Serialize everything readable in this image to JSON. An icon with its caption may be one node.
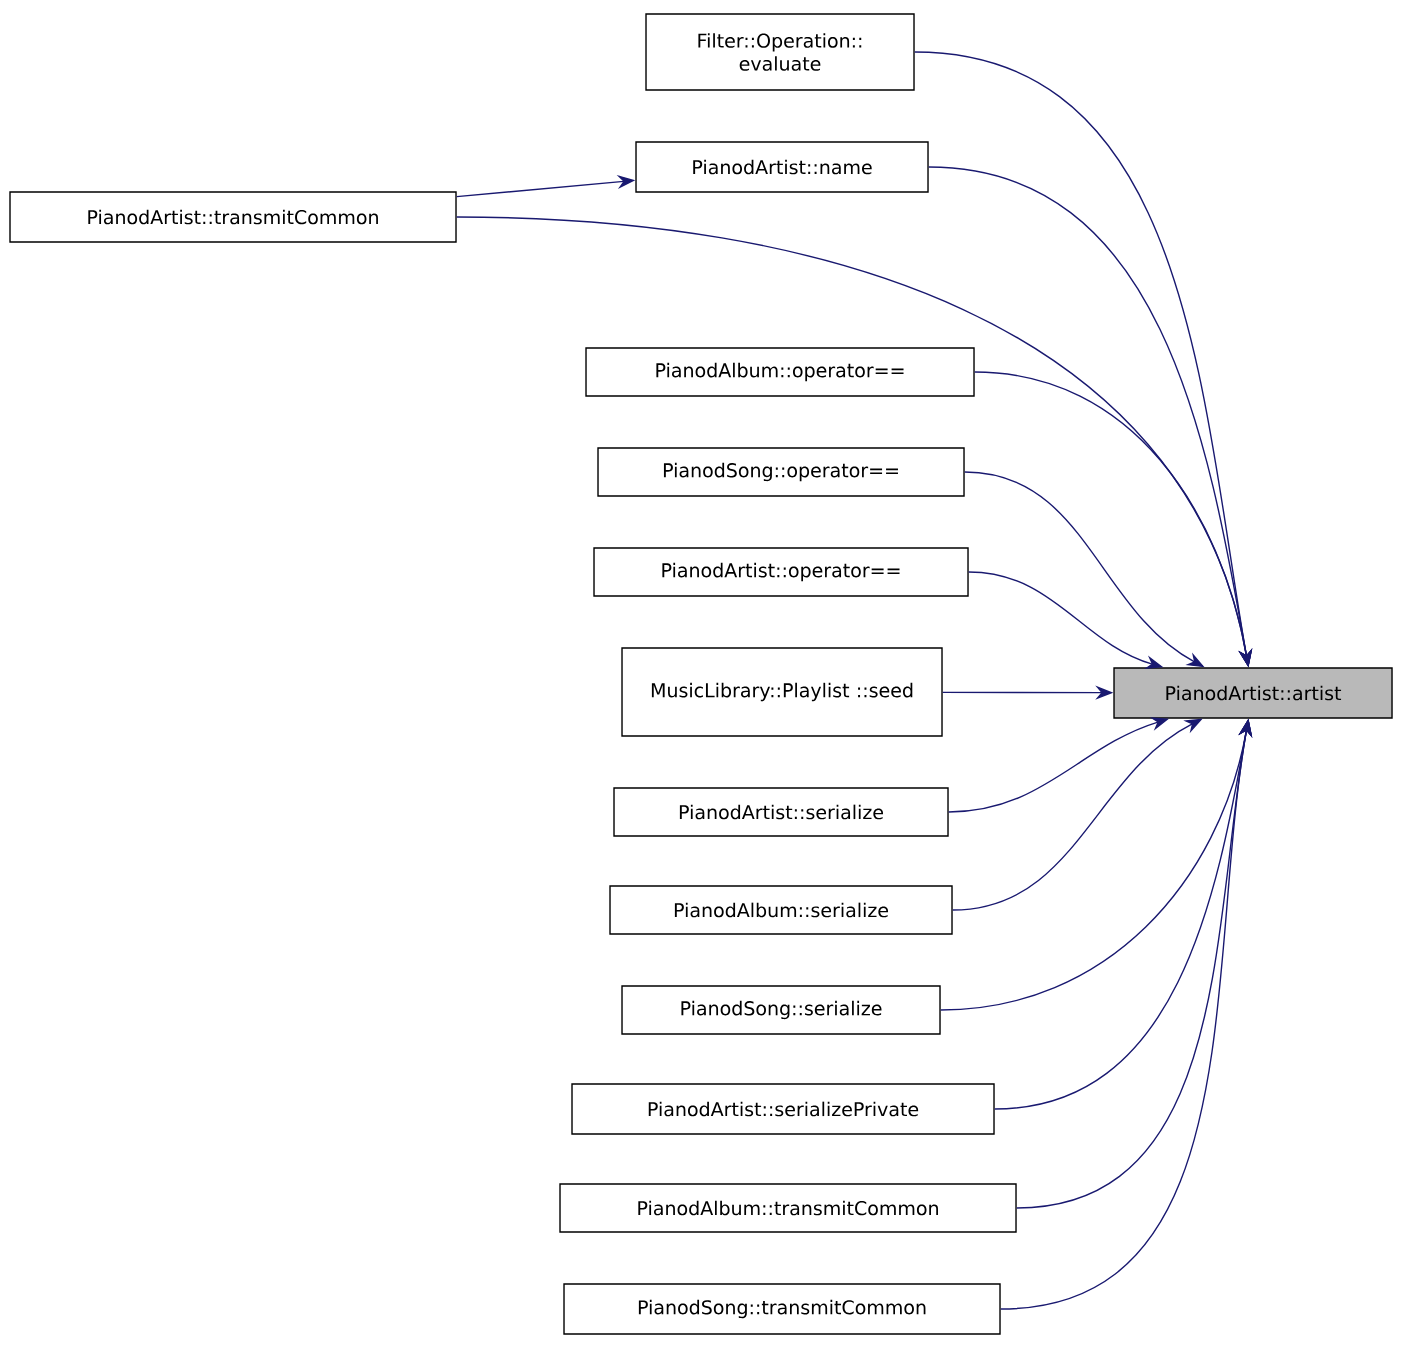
{
  "diagram": {
    "nodes": [
      {
        "text": [
          "Filter::Operation:: evaluate"
        ]
      },
      {
        "text": [
          "PianodArtist::name"
        ]
      },
      {
        "text": [
          "PianodArtist::transmitCommon"
        ]
      },
      {
        "text": [
          "PianodAlbum::operator=="
        ]
      },
      {
        "text": [
          "PianodSong::operator=="
        ]
      },
      {
        "text": [
          "PianodArtist::operator=="
        ]
      },
      {
        "text": [
          "MusicLibrary::Playlist ::seed"
        ]
      },
      {
        "text": [
          "PianodArtist::serialize"
        ]
      },
      {
        "text": [
          "PianodAlbum::serialize"
        ]
      },
      {
        "text": [
          "PianodSong::serialize"
        ]
      },
      {
        "text": [
          "PianodArtist::serializePrivate"
        ]
      },
      {
        "text": [
          "PianodAlbum::transmitCommon"
        ]
      },
      {
        "text": [
          "PianodSong::transmitCommon"
        ]
      },
      {
        "text": [
          "PianodArtist::artist"
        ]
      }
    ],
    "edges": [
      {
        "from": 0,
        "to": 13,
        "arrow": "to"
      },
      {
        "from": 1,
        "to": 13,
        "arrow": "to"
      },
      {
        "from": 2,
        "to": 1,
        "arrow": "to"
      },
      {
        "from": 2,
        "to": 13,
        "arrow": "to"
      },
      {
        "from": 3,
        "to": 13,
        "arrow": "to"
      },
      {
        "from": 4,
        "to": 13,
        "arrow": "to"
      },
      {
        "from": 5,
        "to": 13,
        "arrow": "to"
      },
      {
        "from": 6,
        "to": 13,
        "arrow": "to"
      },
      {
        "from": 7,
        "to": 13,
        "arrow": "to"
      },
      {
        "from": 8,
        "to": 13,
        "arrow": "to"
      },
      {
        "from": 9,
        "to": 13,
        "arrow": "to"
      },
      {
        "from": 10,
        "to": 13,
        "arrow": "to"
      },
      {
        "from": 11,
        "to": 13,
        "arrow": "to"
      },
      {
        "from": 12,
        "to": 13,
        "arrow": "to"
      }
    ]
  }
}
